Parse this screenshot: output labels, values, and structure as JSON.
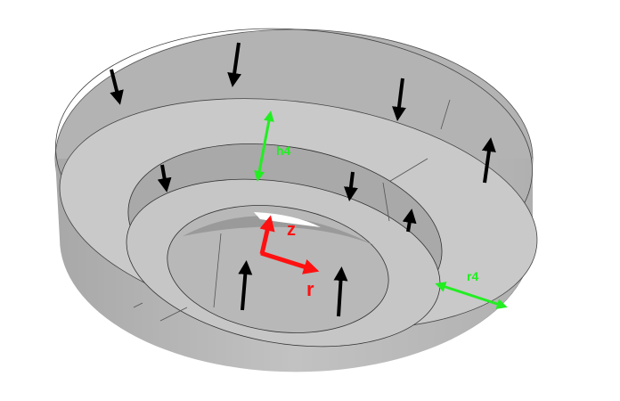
{
  "diagram": {
    "labels": {
      "height": "h4",
      "radius": "r4",
      "axis_z": "z",
      "axis_r": "r"
    },
    "colors": {
      "dimension": "#22ee22",
      "axis": "#ff1111",
      "magnetization_arrow": "#000000",
      "surface": "#c4c4c4"
    }
  }
}
